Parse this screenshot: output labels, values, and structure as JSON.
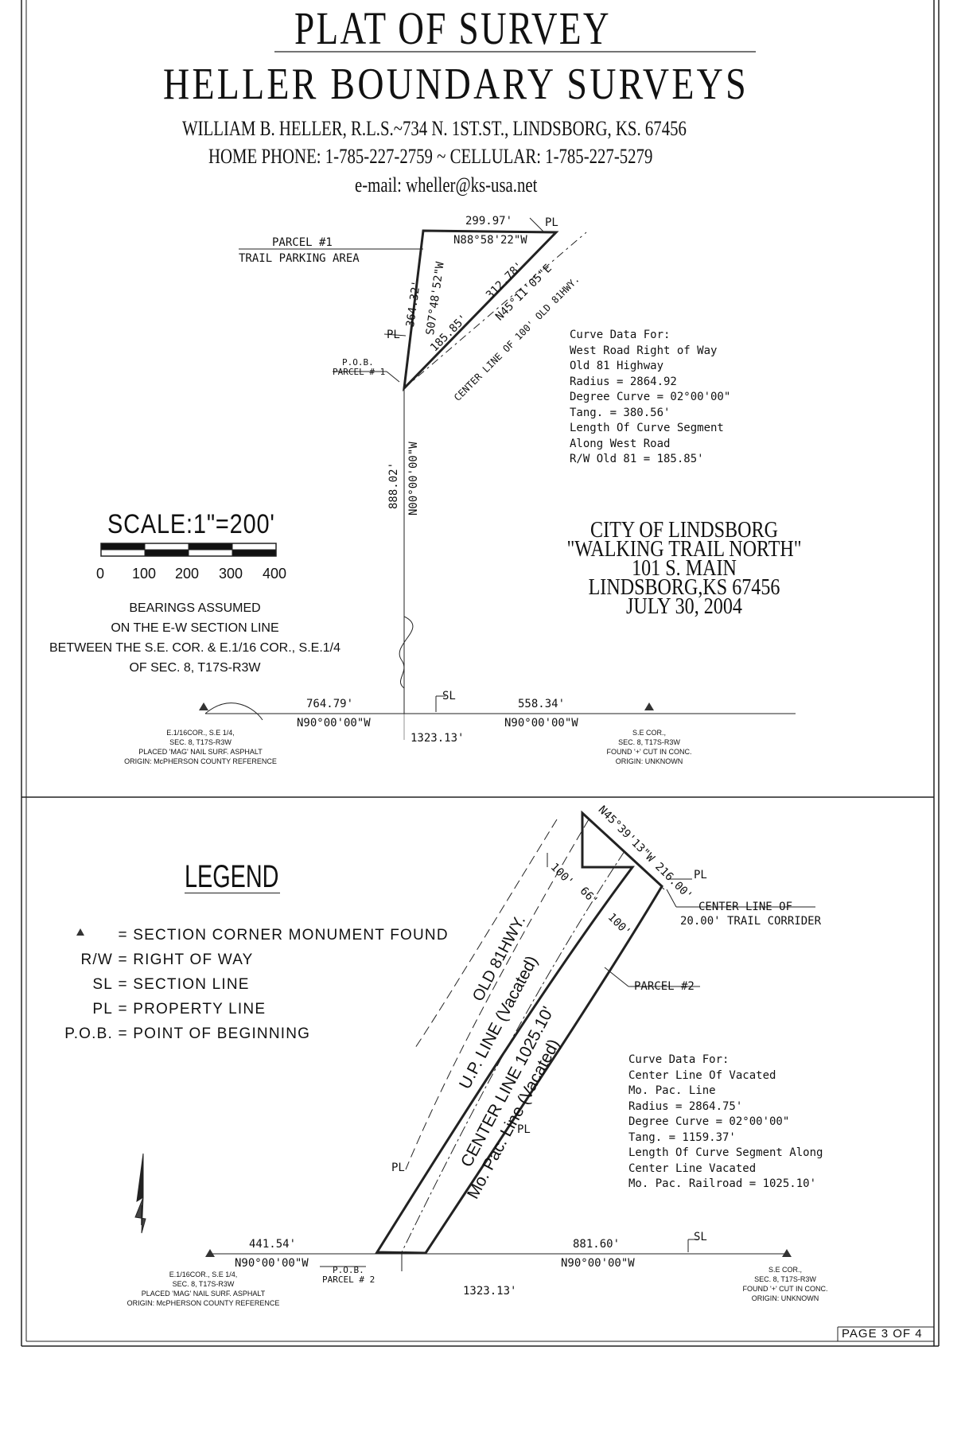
{
  "header": {
    "title": "PLAT OF SURVEY",
    "company": "HELLER BOUNDARY SURVEYS",
    "address": "WILLIAM B. HELLER, R.L.S.~734 N. 1ST.ST., LINDSBORG, KS. 67456",
    "phones": "HOME PHONE: 1-785-227-2759 ~ CELLULAR: 1-785-227-5279",
    "email": "e-mail: wheller@ks-usa.net"
  },
  "parcel1": {
    "label1": "PARCEL #1",
    "label2": "TRAIL PARKING AREA",
    "top_dist": "299.97'",
    "top_bearing": "N88°58'22\"W",
    "west_dist": "364.32'",
    "west_bearing": "S07°48'52\"W",
    "diag_dist": "312.78'",
    "diag_bearing": "N45°11'05\"E",
    "arc_dist": "185.85'",
    "centerline": "CENTER LINE OF 100' OLD 81HWY.",
    "pob1": "P.O.B.",
    "pob2": "PARCEL # 1",
    "vert_dist": "888.02'",
    "vert_bearing": "N00°00'00\"W",
    "pl": "PL"
  },
  "curve1": [
    "Curve Data For:",
    "West Road Right of Way",
    "Old 81 Highway",
    "Radius = 2864.92",
    "Degree Curve = 02°00'00\"",
    "Tang. = 380.56'",
    "Length Of Curve Segment",
    "Along West Road",
    "R/W Old 81 = 185.85'"
  ],
  "scale": {
    "label": "SCALE:1\"=200'",
    "ticks": [
      "0",
      "100",
      "200",
      "300",
      "400"
    ]
  },
  "bearings_note": [
    "BEARINGS ASSUMED",
    "ON THE E-W SECTION LINE",
    "BETWEEN THE S.E. COR. & E.1/16 COR., S.E.1/4",
    "OF SEC. 8, T17S-R3W"
  ],
  "city": [
    "CITY OF LINDSBORG",
    "\"WALKING TRAIL NORTH\"",
    "101 S. MAIN",
    "LINDSBORG,KS 67456",
    "JULY 30, 2004"
  ],
  "section1": {
    "left_dist": "764.79'",
    "left_bearing": "N90°00'00\"W",
    "right_dist": "558.34'",
    "right_bearing": "N90°00'00\"W",
    "total": "1323.13'",
    "sl": "SL",
    "left_corner": [
      "E.1/16COR., S.E 1/4,",
      "SEC. 8, T17S-R3W",
      "PLACED 'MAG' NAIL SURF. ASPHALT",
      "ORIGIN: McPHERSON COUNTY REFERENCE"
    ],
    "right_corner": [
      "S.E COR.,",
      "SEC. 8, T17S-R3W",
      "FOUND '+' CUT IN CONC.",
      "ORIGIN: UNKNOWN"
    ]
  },
  "legend": {
    "title": "LEGEND",
    "items": [
      {
        "sym": "▲",
        "text": "= SECTION CORNER MONUMENT FOUND"
      },
      {
        "sym": "R/W",
        "text": "= RIGHT OF WAY"
      },
      {
        "sym": "SL",
        "text": "= SECTION LINE"
      },
      {
        "sym": "PL",
        "text": "= PROPERTY LINE"
      },
      {
        "sym": "P.O.B.",
        "text": "= POINT OF BEGINNING"
      }
    ]
  },
  "parcel2": {
    "top_dist": "N45°39'13\"W 216.00'",
    "d100a": "100'",
    "d66": "66'",
    "d100b": "100'",
    "centerline_corr1": "CENTER LINE OF",
    "centerline_corr2": "20.00' TRAIL CORRIDER",
    "label": "PARCEL #2",
    "old81": "OLD 81HWY.",
    "upline": "U.P. LINE (Vacated)",
    "cline": "CENTER LINE 1025.10'",
    "mopac": "Mo. Pac. Line (Vacated)",
    "pob1": "P.O.B.",
    "pob2": "PARCEL # 2"
  },
  "curve2": [
    "Curve Data For:",
    "Center Line Of Vacated",
    "Mo. Pac. Line",
    "Radius = 2864.75'",
    "Degree Curve = 02°00'00\"",
    "Tang. = 1159.37'",
    "Length Of Curve Segment Along",
    "Center Line Vacated",
    "Mo. Pac. Railroad = 1025.10'"
  ],
  "section2": {
    "left_dist": "441.54'",
    "left_bearing": "N90°00'00\"W",
    "right_dist": "881.60'",
    "right_bearing": "N90°00'00\"W",
    "total": "1323.13'",
    "sl": "SL",
    "left_corner": [
      "E.1/16COR., S.E 1/4,",
      "SEC. 8, T17S-R3W",
      "PLACED 'MAG' NAIL SURF. ASPHALT",
      "ORIGIN: McPHERSON COUNTY REFERENCE"
    ],
    "right_corner": [
      "S.E COR.,",
      "SEC. 8, T17S-R3W",
      "FOUND '+' CUT IN CONC.",
      "ORIGIN: UNKNOWN"
    ]
  },
  "footer": {
    "page": "PAGE 3 OF 4"
  }
}
